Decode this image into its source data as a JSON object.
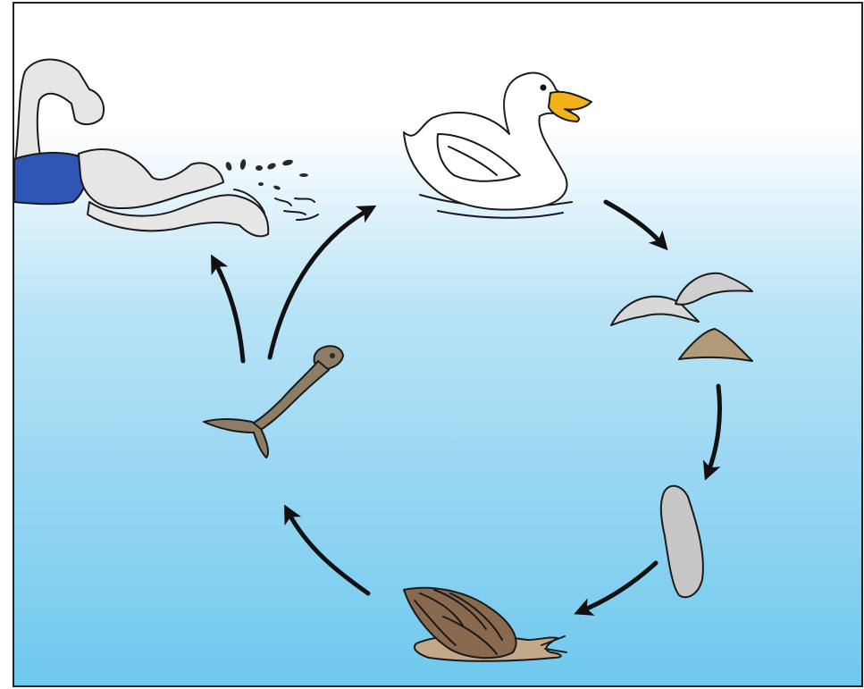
{
  "diagram": {
    "type": "life-cycle",
    "colors": {
      "water_top": "#ffffff",
      "water_bottom": "#6fc8ee",
      "arrow": "#111111",
      "swimmer_trunks": "#2f56b5",
      "swimmer_skin": "#e6e6e6",
      "duck_body": "#ffffff",
      "duck_bill": "#f3b21a",
      "egg": "#c9c9c9",
      "miracidium": "#c7c7c7",
      "snail_shell": "#8a6a4e",
      "snail_foot": "#c2a98a",
      "cercaria": "#8c7d64"
    },
    "stages": [
      {
        "id": "human",
        "icon": "swimmer-icon"
      },
      {
        "id": "bird",
        "icon": "duck-icon"
      },
      {
        "id": "eggs",
        "icon": "egg-icon"
      },
      {
        "id": "miracidium",
        "icon": "miracidium-icon"
      },
      {
        "id": "snail",
        "icon": "snail-icon"
      },
      {
        "id": "cercaria",
        "icon": "cercaria-icon"
      }
    ],
    "cycle_arrows": [
      {
        "from": "bird",
        "to": "eggs"
      },
      {
        "from": "eggs",
        "to": "miracidium"
      },
      {
        "from": "miracidium",
        "to": "snail"
      },
      {
        "from": "snail",
        "to": "cercaria"
      },
      {
        "from": "cercaria",
        "to": "bird"
      },
      {
        "from": "cercaria",
        "to": "human"
      }
    ]
  }
}
